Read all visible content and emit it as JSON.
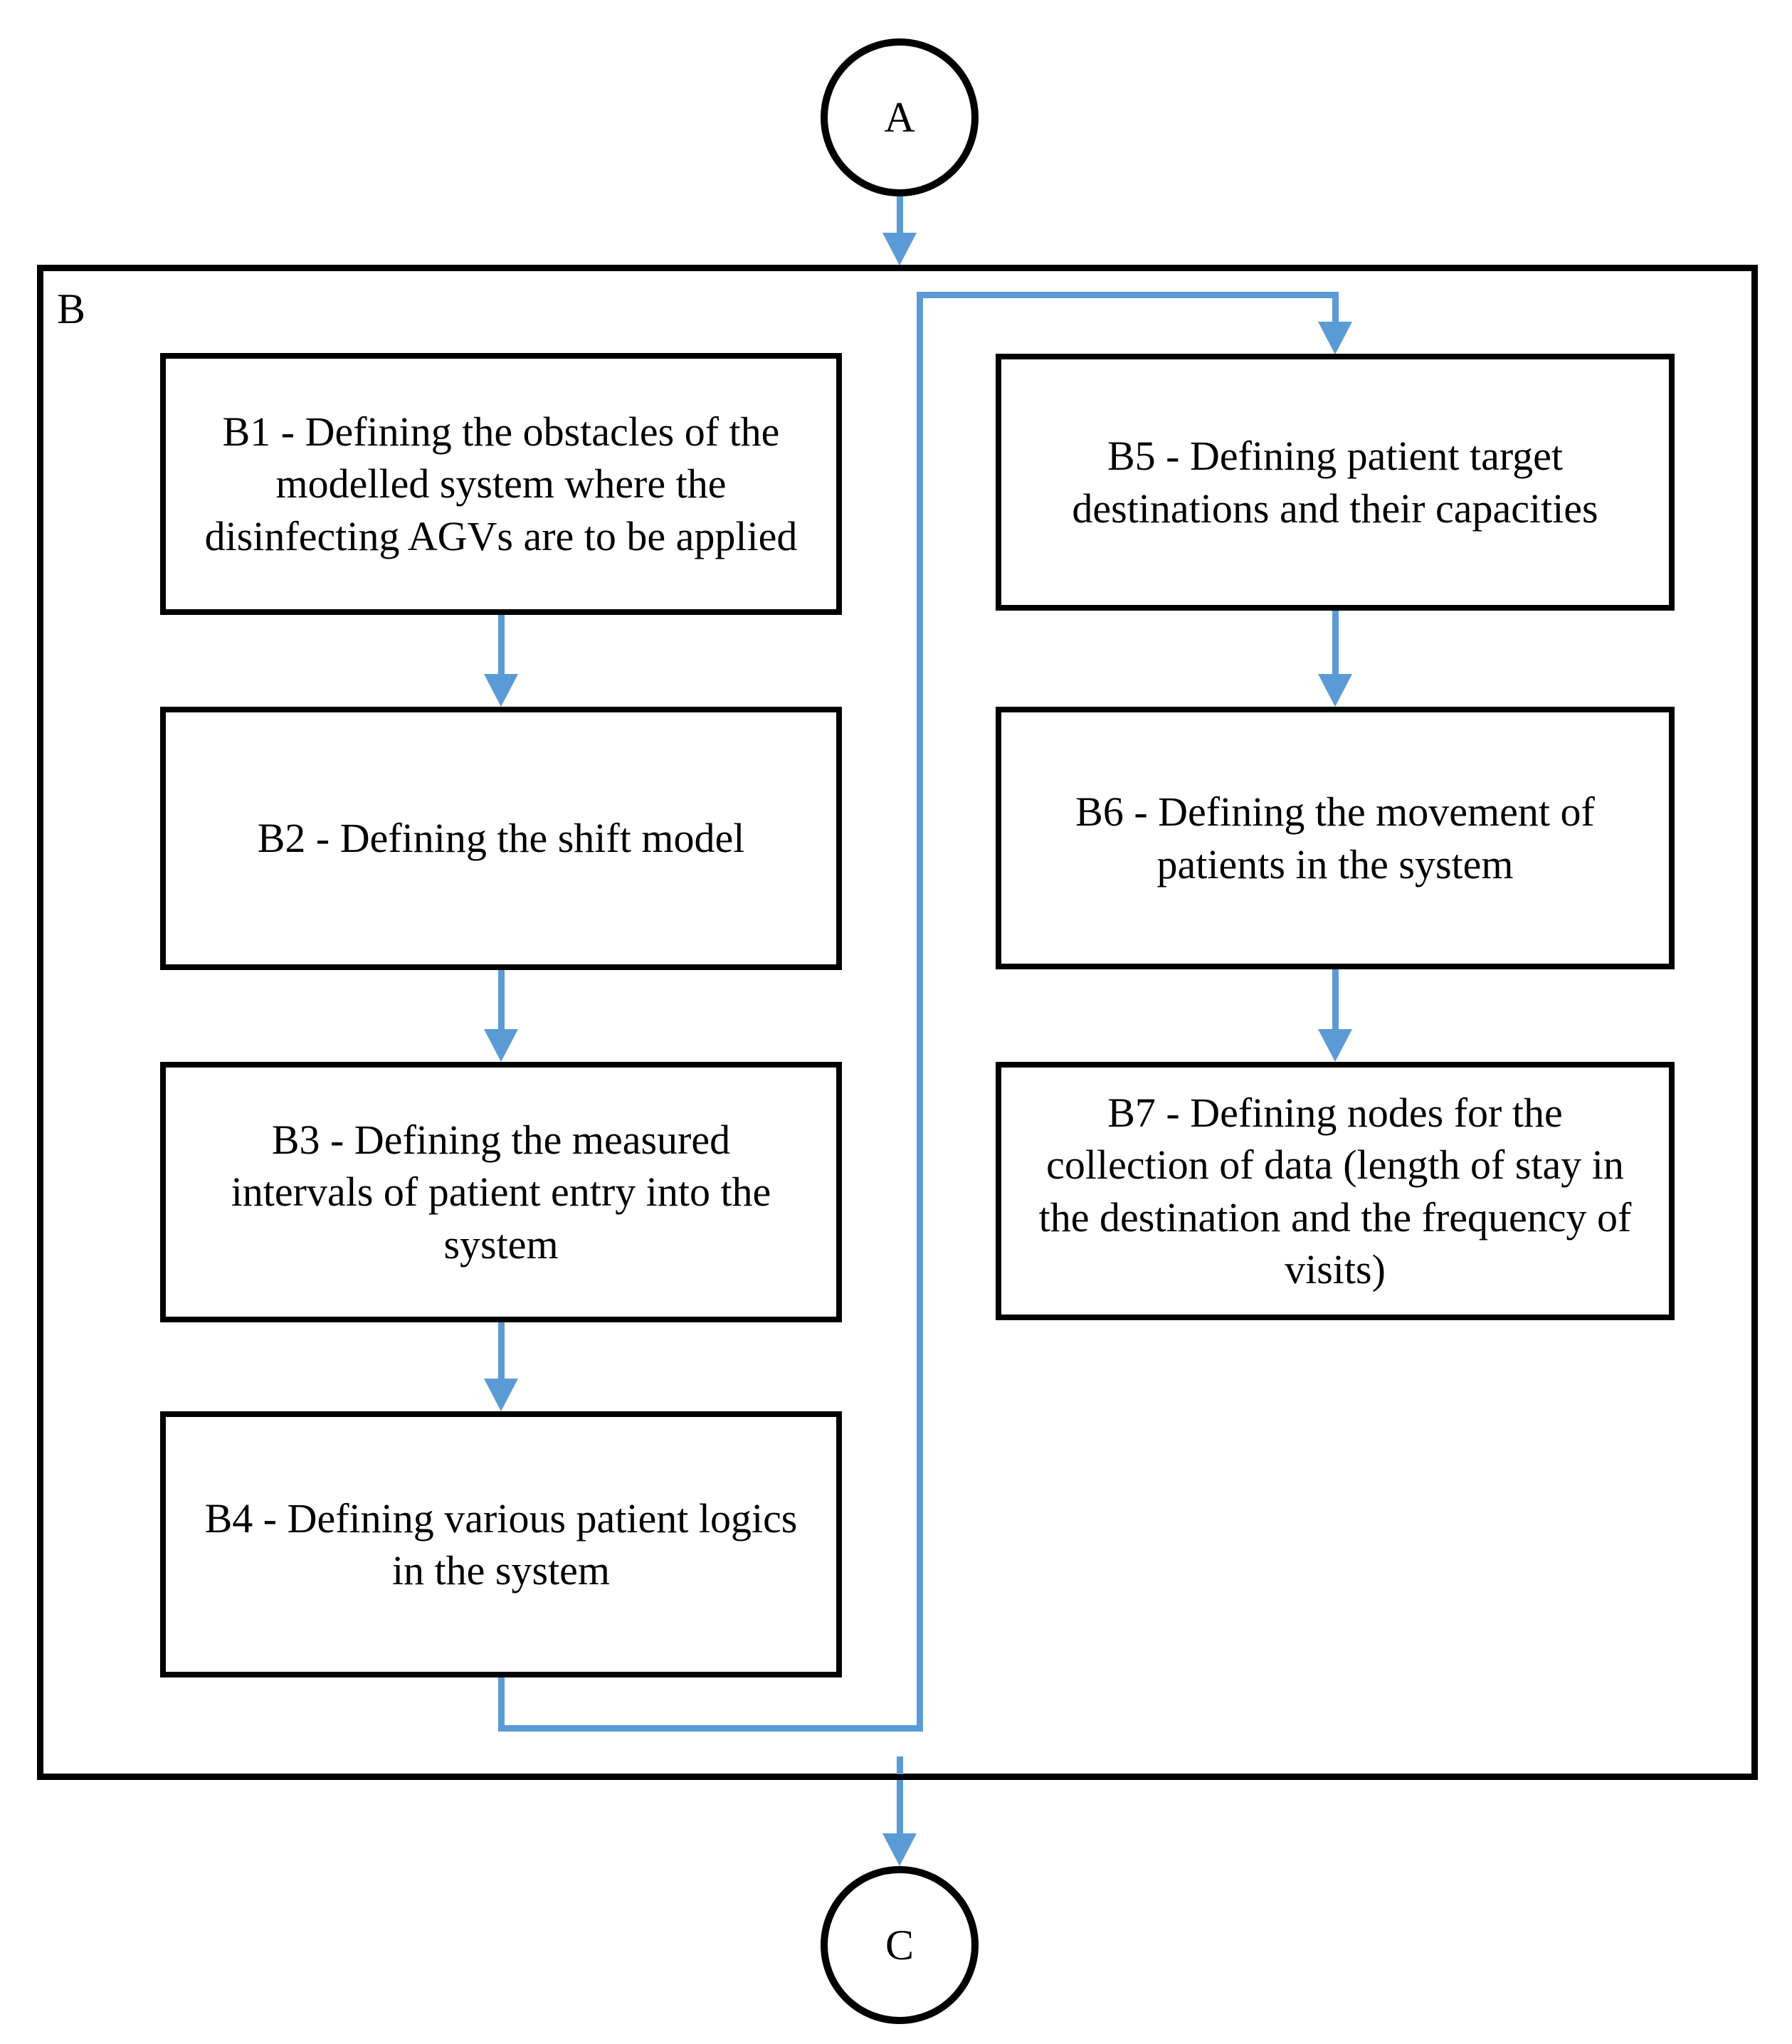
{
  "diagram": {
    "accent_color": "#5B9BD5",
    "stroke_color": "#000000",
    "background_color": "#FFFFFF",
    "start_node": {
      "label": "A"
    },
    "end_node": {
      "label": "C"
    },
    "container": {
      "label": "B"
    },
    "left_column": [
      {
        "id": "B1",
        "text": "B1 - Defining the obstacles of the\nmodelled system where the\ndisinfecting AGVs are to be applied"
      },
      {
        "id": "B2",
        "text": "B2 - Defining the shift model"
      },
      {
        "id": "B3",
        "text": "B3 - Defining the measured\nintervals of patient entry into the\nsystem"
      },
      {
        "id": "B4",
        "text": "B4 - Defining various patient logics\nin the system"
      }
    ],
    "right_column": [
      {
        "id": "B5",
        "text": "B5 - Defining patient target\ndestinations and their capacities"
      },
      {
        "id": "B6",
        "text": "B6 - Defining the movement of\npatients in the system"
      },
      {
        "id": "B7",
        "text": "B7 - Defining nodes for the\ncollection of data (length of stay in\nthe destination and the frequency of\nvisits)"
      }
    ],
    "edges": [
      "A -> B",
      "B1 -> B2",
      "B2 -> B3",
      "B3 -> B4",
      "B4 -> B5",
      "B5 -> B6",
      "B6 -> B7",
      "B -> C"
    ]
  }
}
